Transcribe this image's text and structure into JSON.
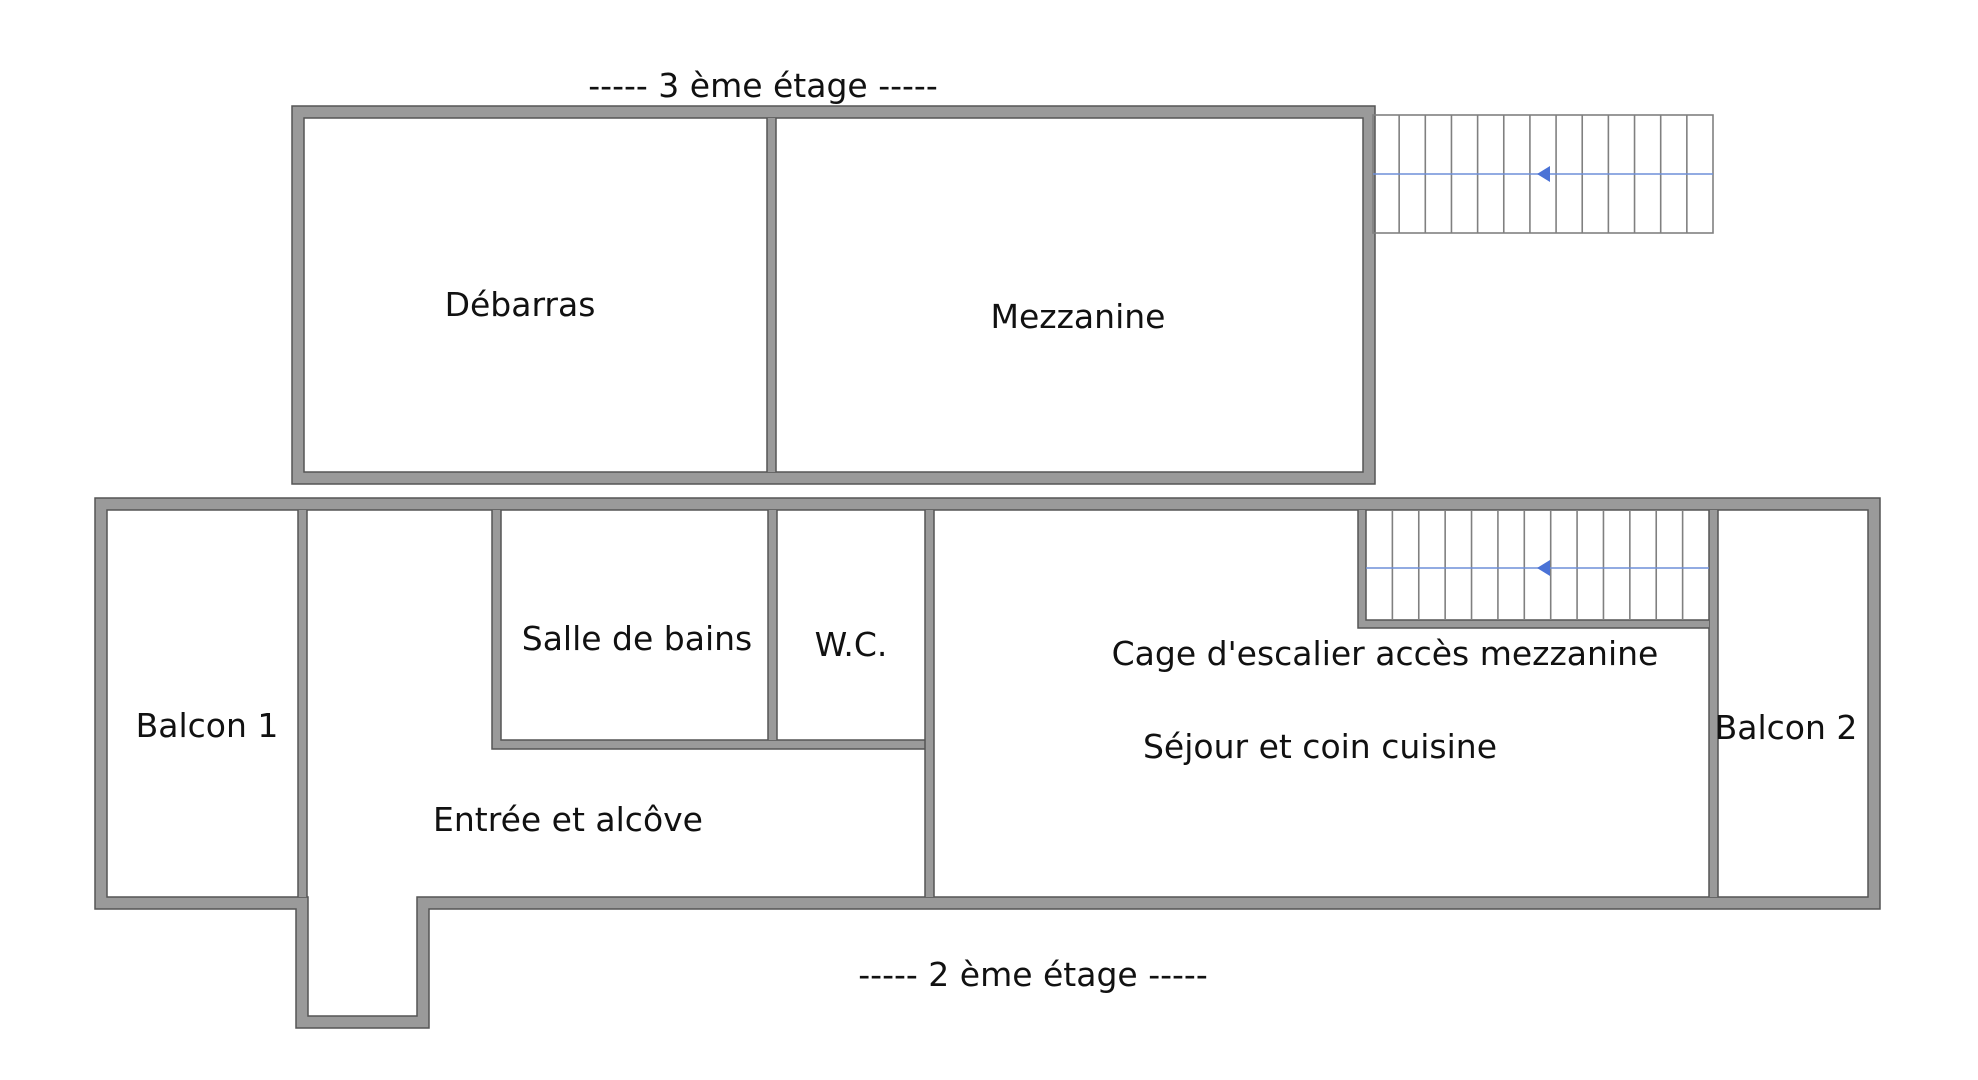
{
  "floors": {
    "upper_label": "----- 3 ème étage -----",
    "lower_label": "----- 2 ème étage -----"
  },
  "rooms": {
    "debarras": "Débarras",
    "mezzanine": "Mezzanine",
    "balcon1": "Balcon 1",
    "salle_de_bains": "Salle de bains",
    "wc": "W.C.",
    "cage_escalier": "Cage d'escalier accès mezzanine",
    "sejour": "Séjour et coin cuisine",
    "entree": "Entrée et alcôve",
    "balcon2": "Balcon 2"
  },
  "colors": {
    "wall": "#9a9a9a",
    "stair_direction": "#4a72d6",
    "text": "#111111"
  }
}
